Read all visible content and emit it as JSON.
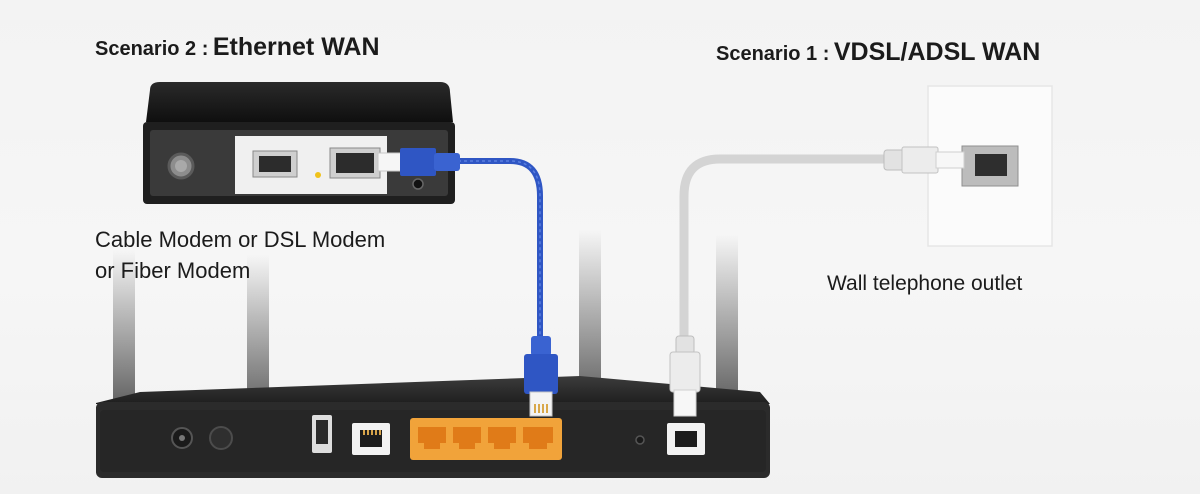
{
  "scenario2": {
    "prefix": "Scenario 2 :",
    "name": "Ethernet WAN"
  },
  "scenario1": {
    "prefix": "Scenario 1 :",
    "name": "VDSL/ADSL WAN"
  },
  "modem_caption": {
    "line1": "Cable Modem or DSL Modem",
    "line2": "or Fiber Modem"
  },
  "wall_caption": "Wall telephone outlet",
  "colors": {
    "ethernet_cable": "#2f56c4",
    "phone_cable": "#d4d4d4",
    "lan_ports_panel": "#f1a33a",
    "router_body": "#2b2b2b",
    "modem_body": "#1f1f1f",
    "modem_panel": "#3a3a3a",
    "background": "#f4f4f4"
  },
  "icons": [
    "ethernet-plug-icon",
    "rj11-plug-icon",
    "usb-port-icon",
    "power-jack-icon"
  ]
}
